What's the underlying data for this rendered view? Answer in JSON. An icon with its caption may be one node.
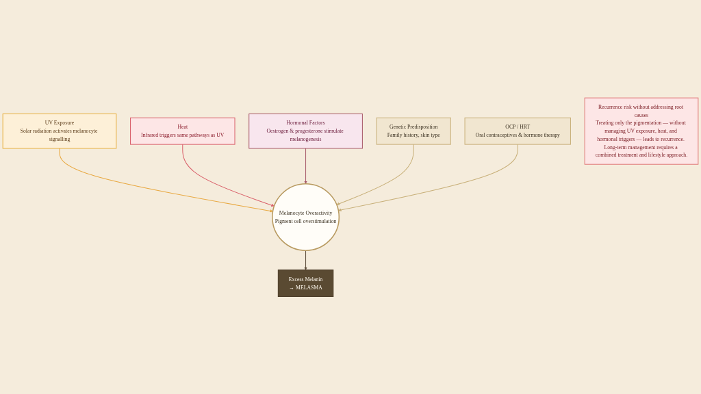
{
  "diagram": {
    "nodes": [
      {
        "text": [
          "UV Exposure",
          "Solar radiation activates melanocyte signalling"
        ]
      },
      {
        "text": [
          "Heat",
          "Infrared triggers same pathways as UV"
        ]
      },
      {
        "text": [
          "Hormonal Factors",
          "Oestrogen & progesterone stimulate melanogenesis"
        ]
      },
      {
        "text": [
          "Melanocyte Overactivity",
          "Pigment cell overstimulation"
        ]
      },
      {
        "text": [
          "Genetic Predisposition",
          "Family history, skin type"
        ]
      },
      {
        "text": [
          "OCP / HRT",
          "Oral contraceptives & hormone therapy"
        ]
      },
      {
        "text": [
          "Excess Melanin",
          "→ MELASMA"
        ]
      },
      {
        "text": [
          "Recurrence risk without addressing root causes",
          "Treating only the pigmentation — without managing UV exposure, heat, and hormonal triggers — leads to recurrence. Long-term management requires a combined treatment and lifestyle approach."
        ]
      }
    ],
    "edges": [
      {
        "from": 0,
        "to": 3,
        "arrow": "to",
        "color": "#e8a840"
      },
      {
        "from": 1,
        "to": 3,
        "arrow": "to",
        "color": "#d9606a"
      },
      {
        "from": 2,
        "to": 3,
        "arrow": "to",
        "color": "#a85a6a"
      },
      {
        "from": 4,
        "to": 3,
        "arrow": "to",
        "color": "#c8b07a"
      },
      {
        "from": 5,
        "to": 3,
        "arrow": "to",
        "color": "#c8b07a"
      },
      {
        "from": 3,
        "to": 6,
        "arrow": "to",
        "color": "#5a4a38"
      }
    ]
  }
}
